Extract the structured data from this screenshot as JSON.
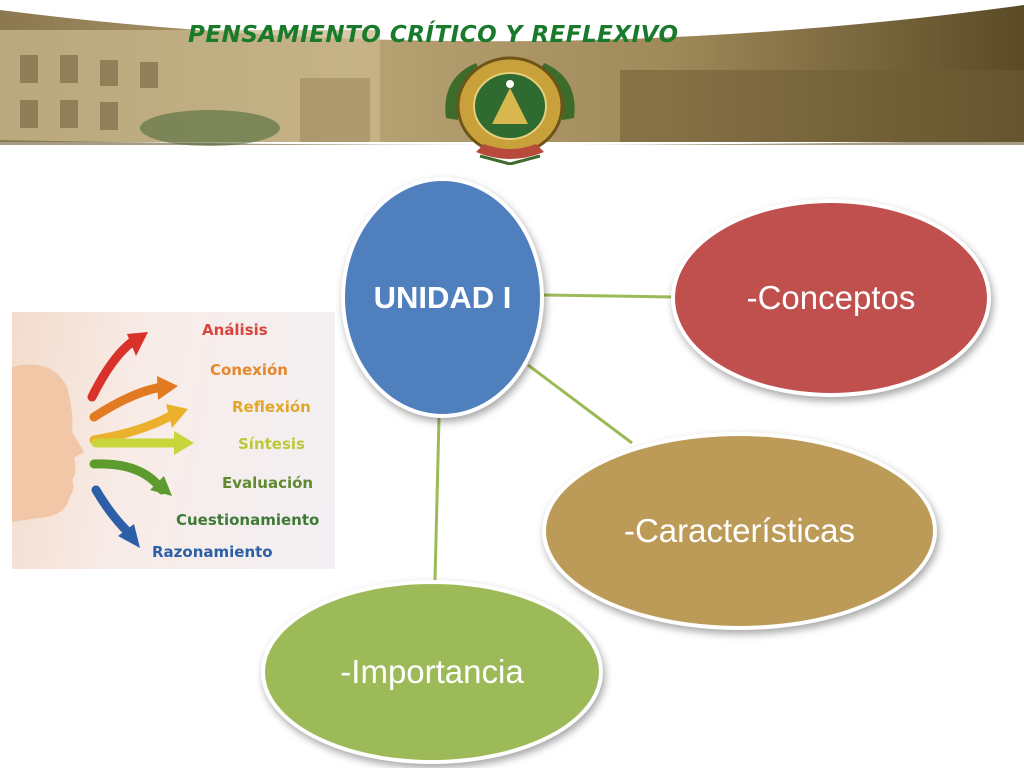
{
  "header": {
    "title": "PENSAMIENTO  CRÍTICO Y REFLEXIVO",
    "title_color": "#1a7a2c"
  },
  "diagram": {
    "center": {
      "label": "UNIDAD I",
      "color": "#4f7fbd"
    },
    "nodes": [
      {
        "id": "conceptos",
        "label": "-Conceptos",
        "color": "#c0504d"
      },
      {
        "id": "caracteristicas",
        "label": "-Características",
        "color": "#bc9b59"
      },
      {
        "id": "importancia",
        "label": "-Importancia",
        "color": "#9cbb58"
      }
    ],
    "connector_color": "#9cbb58"
  },
  "illustration": {
    "skills": [
      {
        "label": "Análisis",
        "color": "#d8453c"
      },
      {
        "label": "Conexión",
        "color": "#e4882b"
      },
      {
        "label": "Reflexión",
        "color": "#e2a62a"
      },
      {
        "label": "Síntesis",
        "color": "#b9c93a"
      },
      {
        "label": "Evaluación",
        "color": "#5f8a2e"
      },
      {
        "label": "Cuestionamiento",
        "color": "#3e7a35"
      },
      {
        "label": "Razonamiento",
        "color": "#2c5fa8"
      }
    ]
  }
}
